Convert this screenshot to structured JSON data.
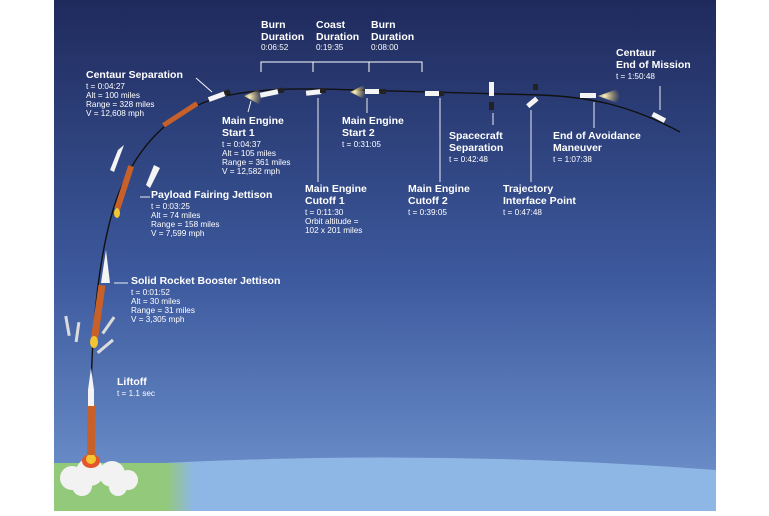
{
  "phases": [
    {
      "label": "Burn\nDuration",
      "value": "0:06:52"
    },
    {
      "label": "Coast\nDuration",
      "value": "0:19:35"
    },
    {
      "label": "Burn\nDuration",
      "value": "0:08:00"
    }
  ],
  "events": {
    "centaur_separation": {
      "title": "Centaur Separation",
      "lines": [
        "t = 0:04:27",
        "Alt = 100 miles",
        "Range = 328 miles",
        "V = 12,608 mph"
      ]
    },
    "mes1": {
      "title": "Main Engine\nStart 1",
      "lines": [
        "t = 0:04:37",
        "Alt = 105 miles",
        "Range = 361 miles",
        "V = 12,582 mph"
      ]
    },
    "meco1": {
      "title": "Main Engine\nCutoff 1",
      "lines": [
        "t = 0:11:30",
        "Orbit altitude =",
        "102 x 201 miles"
      ]
    },
    "mes2": {
      "title": "Main Engine\nStart 2",
      "lines": [
        "t = 0:31:05"
      ]
    },
    "meco2": {
      "title": "Main Engine\nCutoff 2",
      "lines": [
        "t = 0:39:05"
      ]
    },
    "sc_sep": {
      "title": "Spacecraft\nSeparation",
      "lines": [
        "t = 0:42:48"
      ]
    },
    "tip": {
      "title": "Trajectory\nInterface Point",
      "lines": [
        "t = 0:47:48"
      ]
    },
    "avoidance": {
      "title": "End of Avoidance\nManeuver",
      "lines": [
        "t = 1:07:38"
      ]
    },
    "end_mission": {
      "title": "Centaur\nEnd of Mission",
      "lines": [
        "t = 1:50:48"
      ]
    },
    "fairing": {
      "title": "Payload Fairing Jettison",
      "lines": [
        "t = 0:03:25",
        "Alt = 74 miles",
        "Range = 158 miles",
        "V = 7,599 mph"
      ]
    },
    "srb": {
      "title": "Solid Rocket Booster Jettison",
      "lines": [
        "t = 0:01:52",
        "Alt = 30 miles",
        "Range = 31 miles",
        "V = 3,305 mph"
      ]
    },
    "liftoff": {
      "title": "Liftoff",
      "lines": [
        "t = 1.1 sec"
      ]
    }
  },
  "colors": {
    "sky_top": "#1f2a5c",
    "sky_mid": "#3d5a9e",
    "sky_bottom": "#6f93cc",
    "earth": "#8fb7e6",
    "ground": "#93c97a",
    "text": "#ffffff",
    "trajectory": "#111111",
    "stage_orange": "#c8602a",
    "flame": "#f2c531"
  }
}
